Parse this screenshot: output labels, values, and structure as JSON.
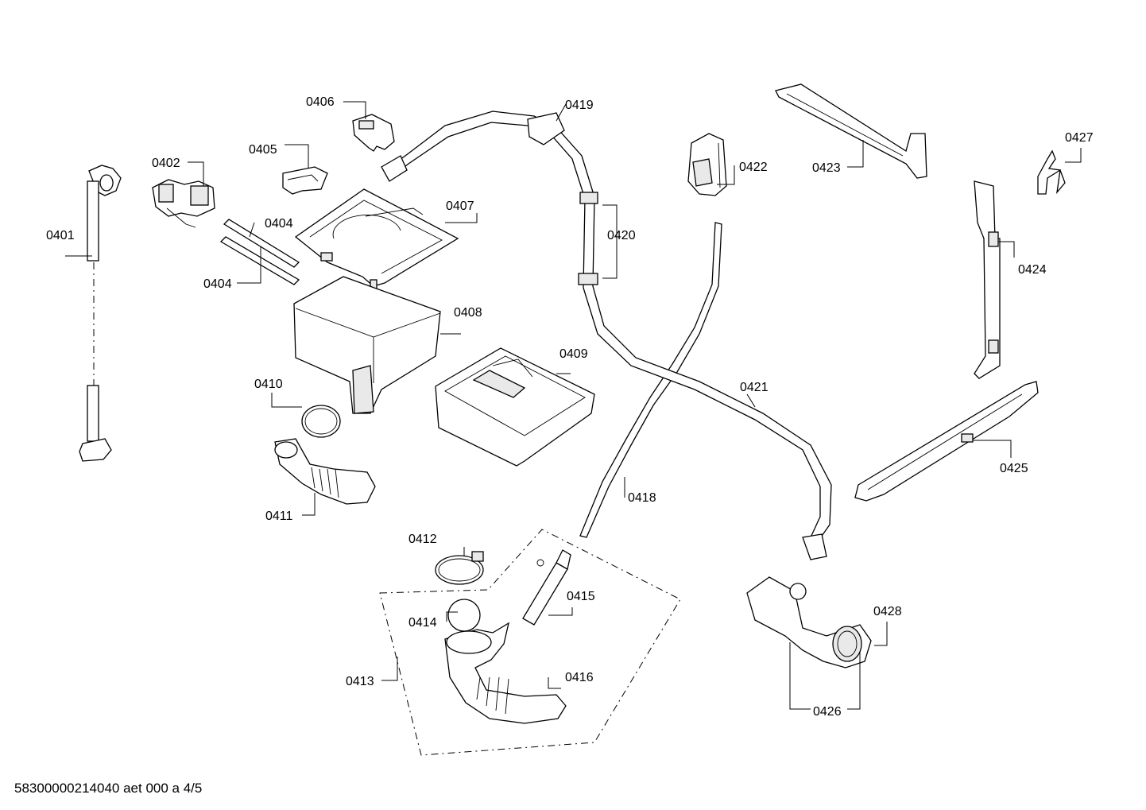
{
  "labels": {
    "p0401": "0401",
    "p0402": "0402",
    "p0404a": "0404",
    "p0404b": "0404",
    "p0405": "0405",
    "p0406": "0406",
    "p0407": "0407",
    "p0408": "0408",
    "p0409": "0409",
    "p0410": "0410",
    "p0411": "0411",
    "p0412": "0412",
    "p0413": "0413",
    "p0414": "0414",
    "p0415": "0415",
    "p0416": "0416",
    "p0418": "0418",
    "p0419": "0419",
    "p0420": "0420",
    "p0421": "0421",
    "p0422": "0422",
    "p0423": "0423",
    "p0424": "0424",
    "p0425": "0425",
    "p0426": "0426",
    "p0427": "0427",
    "p0428": "0428"
  },
  "footer": "58300000214040 aet 000 a 4/5"
}
